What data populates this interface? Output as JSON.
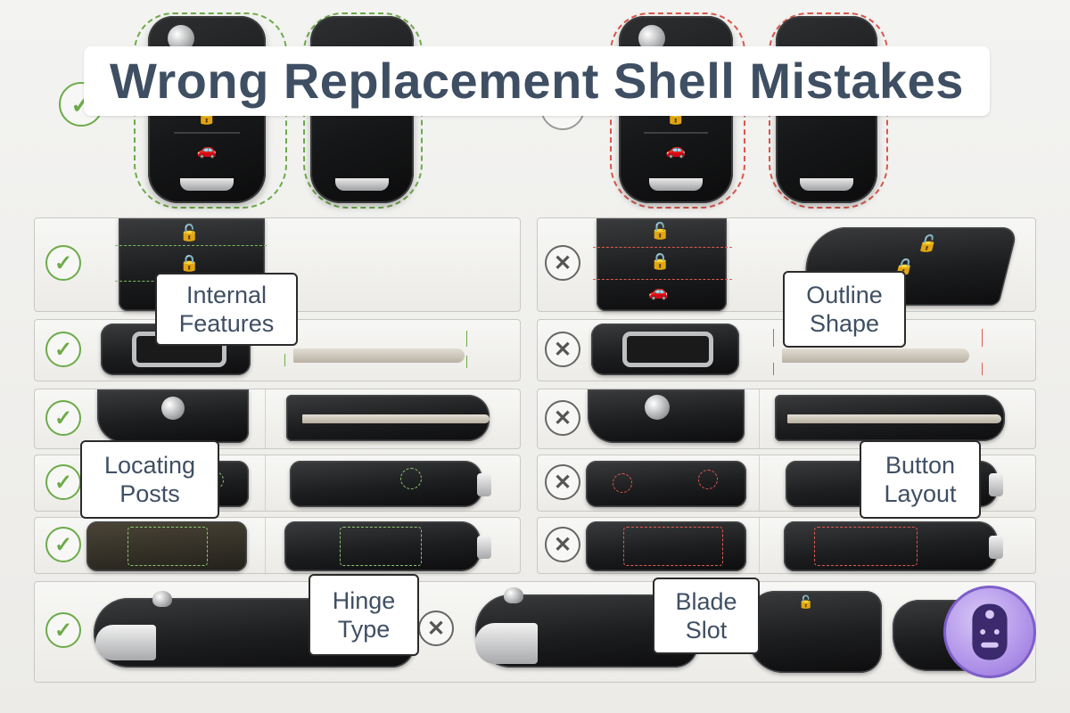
{
  "title": "Wrong Replacement Shell Mistakes",
  "marks": {
    "check": "✓",
    "cross": "✕"
  },
  "labels": {
    "internal_features": "Internal\nFeatures",
    "outline_shape": "Outline\nShape",
    "locating_posts": "Locating\nPosts",
    "button_layout": "Button\nLayout",
    "hinge_type": "Hinge\nType",
    "blade_slot": "Blade\nSlot"
  },
  "icons": {
    "unlock": "🔓",
    "lock": "🔒",
    "trunk": "🚗"
  },
  "colors": {
    "good": "#6cab49",
    "bad": "#d9574c",
    "title_text": "#3f4f63",
    "badge": "#a98be6"
  }
}
